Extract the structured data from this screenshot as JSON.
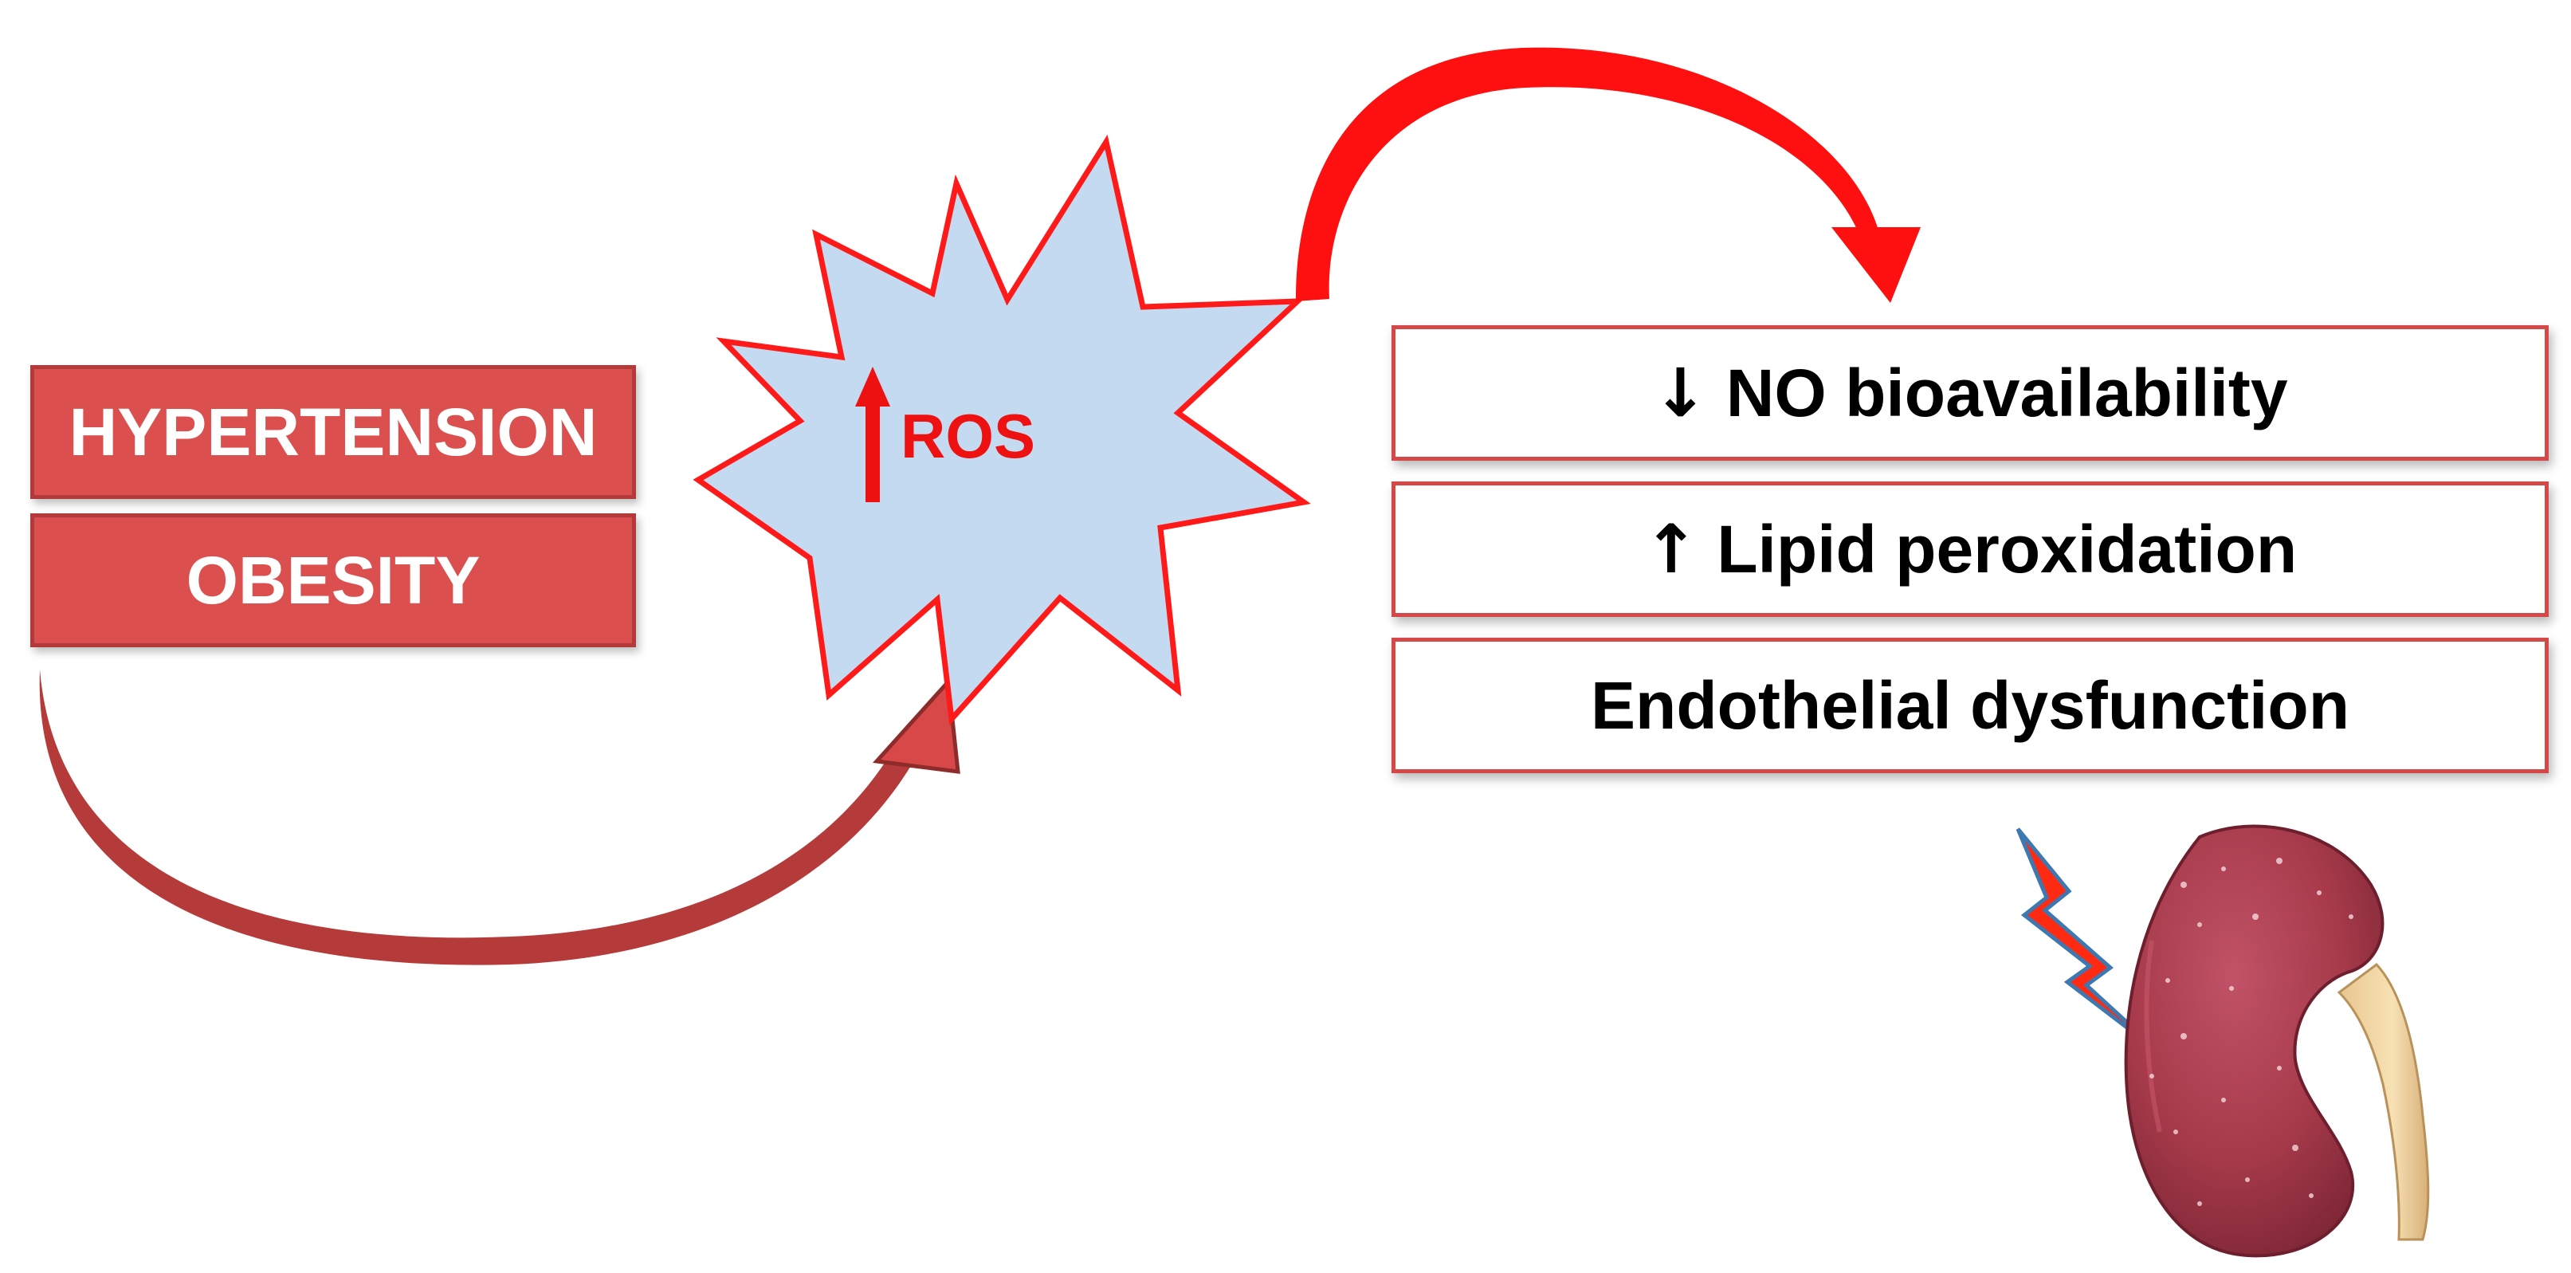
{
  "conditions": {
    "hypertension": "HYPERTENSION",
    "obesity": "OBESITY"
  },
  "ros": {
    "label": "ROS",
    "direction": "increase"
  },
  "effects": [
    {
      "symbol": "↓",
      "text": "NO bioavailability"
    },
    {
      "symbol": "↑",
      "text": "Lipid peroxidation"
    },
    {
      "symbol": "",
      "text": "Endothelial dysfunction"
    }
  ],
  "colors": {
    "condition_fill": "#db4f4f",
    "condition_border": "#b23a3a",
    "burst_fill": "#c4daf1",
    "burst_stroke": "#ff1a1a",
    "accent_red": "#ee1111",
    "curve_arrow_dark": "#b53b3b",
    "kidney": "#a63a4a",
    "ureter": "#f1d7a6",
    "lightning": "#ff2a12"
  },
  "icons": {
    "burst": "explosion-burst-icon",
    "kidney": "kidney-icon",
    "lightning": "lightning-bolt-icon"
  }
}
